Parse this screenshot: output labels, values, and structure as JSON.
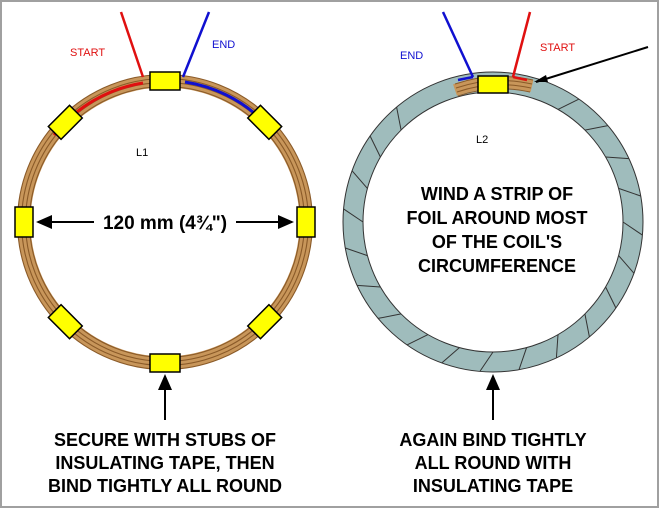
{
  "colors": {
    "border": "#a0a0a0",
    "copper": "#c8965a",
    "copper_line": "#8a5a28",
    "tape": "#ffff00",
    "tape_line": "#000000",
    "foil": "#9fbcbc",
    "red_wire": "#e01010",
    "blue_wire": "#1010d0"
  },
  "left_coil": {
    "start_label": "START",
    "end_label": "END",
    "coil_label": "L1",
    "dimension": "120 mm (4¾\")",
    "caption": [
      "SECURE WITH STUBS OF",
      "INSULATING TAPE, THEN",
      "BIND TIGHTLY ALL ROUND"
    ]
  },
  "right_coil": {
    "start_label": "START",
    "end_label": "END",
    "coil_label": "L2",
    "center_text": [
      "WIND A STRIP OF",
      "FOIL AROUND MOST",
      "OF THE COIL'S",
      "CIRCUMFERENCE"
    ],
    "caption": [
      "AGAIN BIND TIGHTLY",
      "ALL ROUND WITH",
      "INSULATING TAPE"
    ]
  },
  "icons": [
    "left-coil-diagram-icon",
    "right-coil-diagram-icon",
    "arrow-up-icon"
  ]
}
